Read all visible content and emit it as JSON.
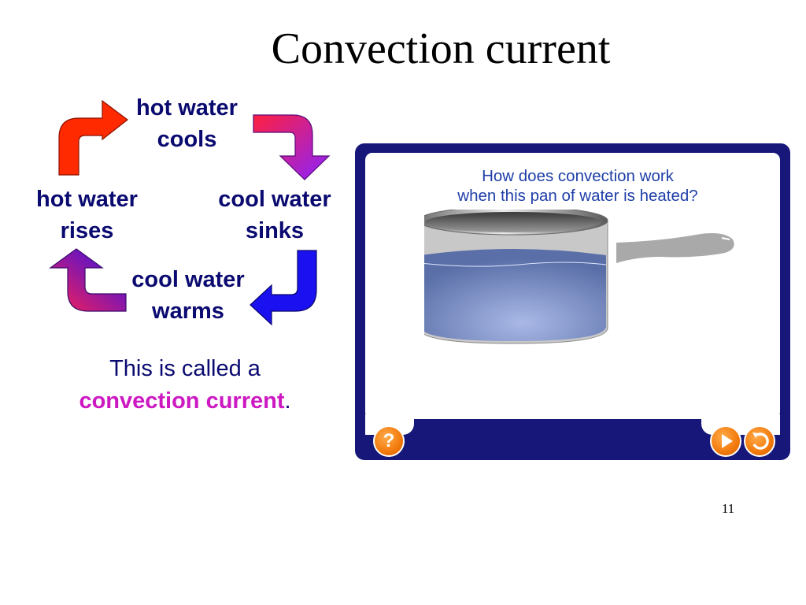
{
  "slide": {
    "title": "Convection current",
    "page_number": "11"
  },
  "cycle": {
    "top": [
      "hot water",
      "cools"
    ],
    "right": [
      "cool water",
      "sinks"
    ],
    "bottom": [
      "cool water",
      "warms"
    ],
    "left": [
      "hot water",
      "rises"
    ]
  },
  "caption": {
    "line1": "This is called a",
    "highlight": "convection current",
    "end": "."
  },
  "panel": {
    "question_line1": "How does convection work",
    "question_line2": "when this pan of water is heated?",
    "help_symbol": "?",
    "icons": {
      "help": "question-mark-icon",
      "play": "play-icon",
      "replay": "replay-icon"
    }
  },
  "colors": {
    "panel_border": "#17177a",
    "button_orange": "#f27a0c",
    "highlight_magenta": "#cc19c2",
    "label_navy": "#0a0a70",
    "arrow_hot": "#ff2a00",
    "arrow_cool": "#1a10f0"
  }
}
